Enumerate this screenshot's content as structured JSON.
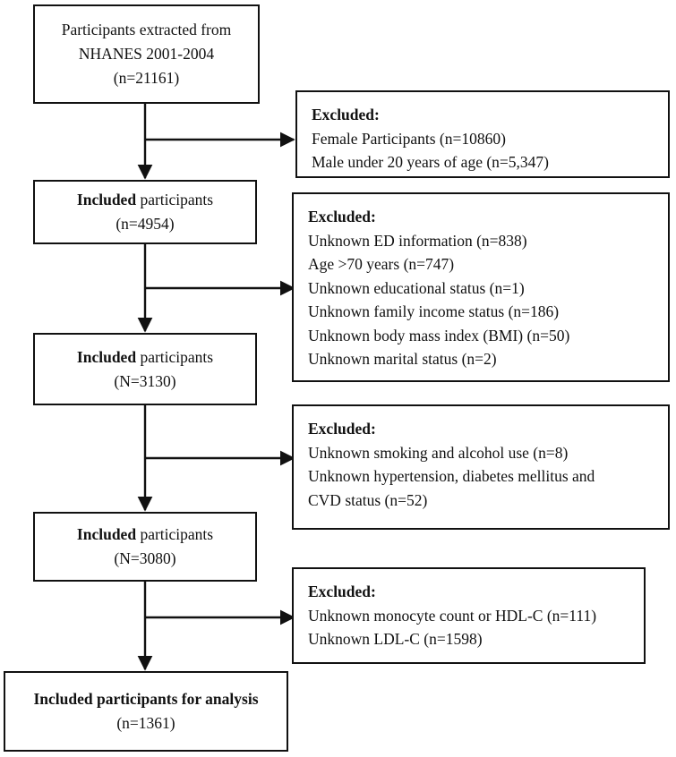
{
  "boxes": {
    "start": {
      "lines": [
        "Participants extracted from",
        "NHANES 2001-2004",
        "(n=21161)"
      ]
    },
    "included_1": {
      "bold": "Included",
      "rest": " participants",
      "count": "(n=4954)"
    },
    "included_2": {
      "bold": "Included",
      "rest": " participants",
      "count": "(N=3130)"
    },
    "included_3": {
      "bold": "Included",
      "rest": " participants",
      "count": "(N=3080)"
    },
    "final": {
      "title": "Included participants for analysis",
      "count": "(n=1361)"
    }
  },
  "exclusions": [
    {
      "title": "Excluded:",
      "items": [
        "Female Participants (n=10860)",
        "Male under 20 years of age (n=5,347)"
      ]
    },
    {
      "title": "Excluded:",
      "items": [
        "Unknown ED information (n=838)",
        "Age >70 years (n=747)",
        "Unknown educational status (n=1)",
        "Unknown family income status (n=186)",
        "Unknown body mass index (BMI) (n=50)",
        "Unknown marital status (n=2)"
      ]
    },
    {
      "title": "Excluded:",
      "items": [
        "Unknown smoking and alcohol use (n=8)",
        "Unknown hypertension, diabetes mellitus and",
        "CVD status (n=52)"
      ]
    },
    {
      "title": "Excluded:",
      "items": [
        "Unknown monocyte count or HDL-C (n=111)",
        "Unknown LDL-C (n=1598)"
      ]
    }
  ]
}
